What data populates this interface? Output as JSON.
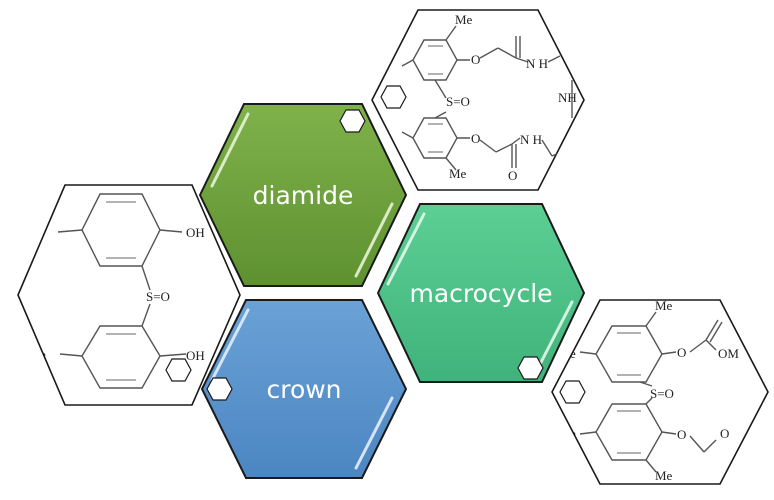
{
  "labels": {
    "diamide": "diamide",
    "macrocycle": "macrocycle",
    "crown": "crown"
  },
  "chem": {
    "me": "Me",
    "oh": "OH",
    "nh": "N H",
    "nh_mid": "NH",
    "so": "S=O",
    "o": "O",
    "om": "OM",
    "e_frag": "e",
    "o_frag": "O"
  },
  "colors": {
    "diamide": "#70A23C",
    "macrocycle": "#4DC389",
    "crown": "#5A94CD",
    "outline": "#1a1a1a"
  }
}
